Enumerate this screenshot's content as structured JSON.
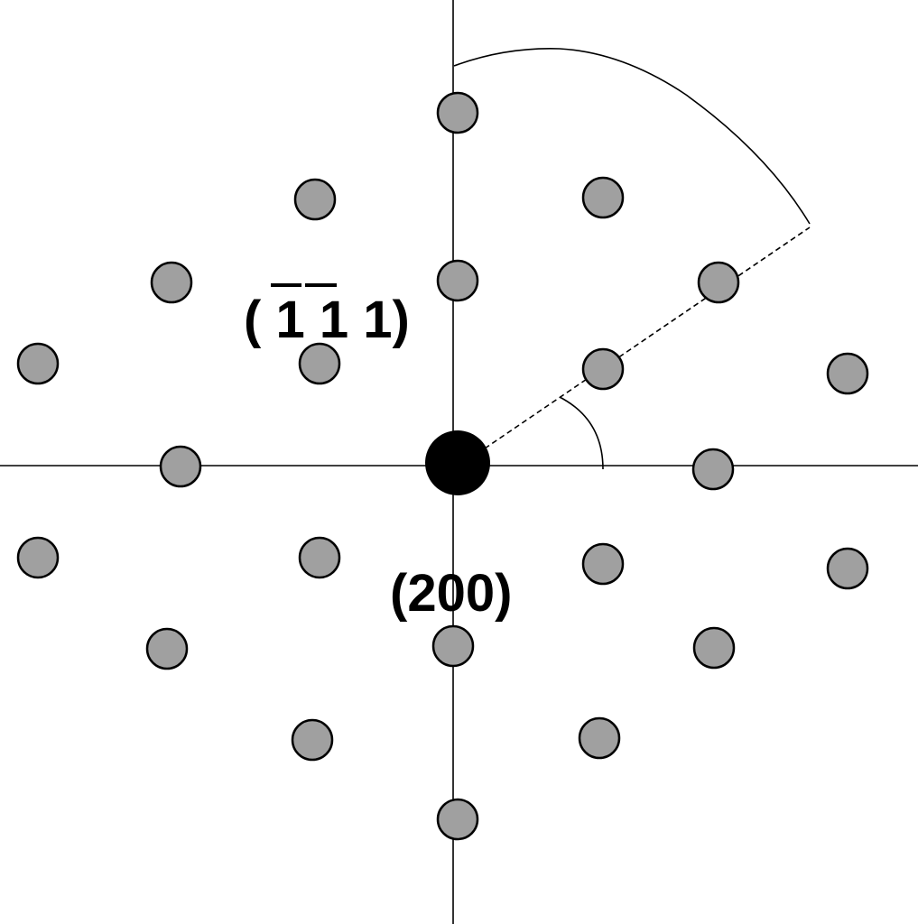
{
  "labels": {
    "plane_111": {
      "open": "(",
      "digit1": "1",
      "digit2": "1",
      "digit3": "1)"
    },
    "plane_200": "(200)"
  },
  "colors": {
    "background": "#ffffff",
    "spot_fill": "#a0a0a0",
    "center_spot": "#000000",
    "line": "#000000"
  }
}
